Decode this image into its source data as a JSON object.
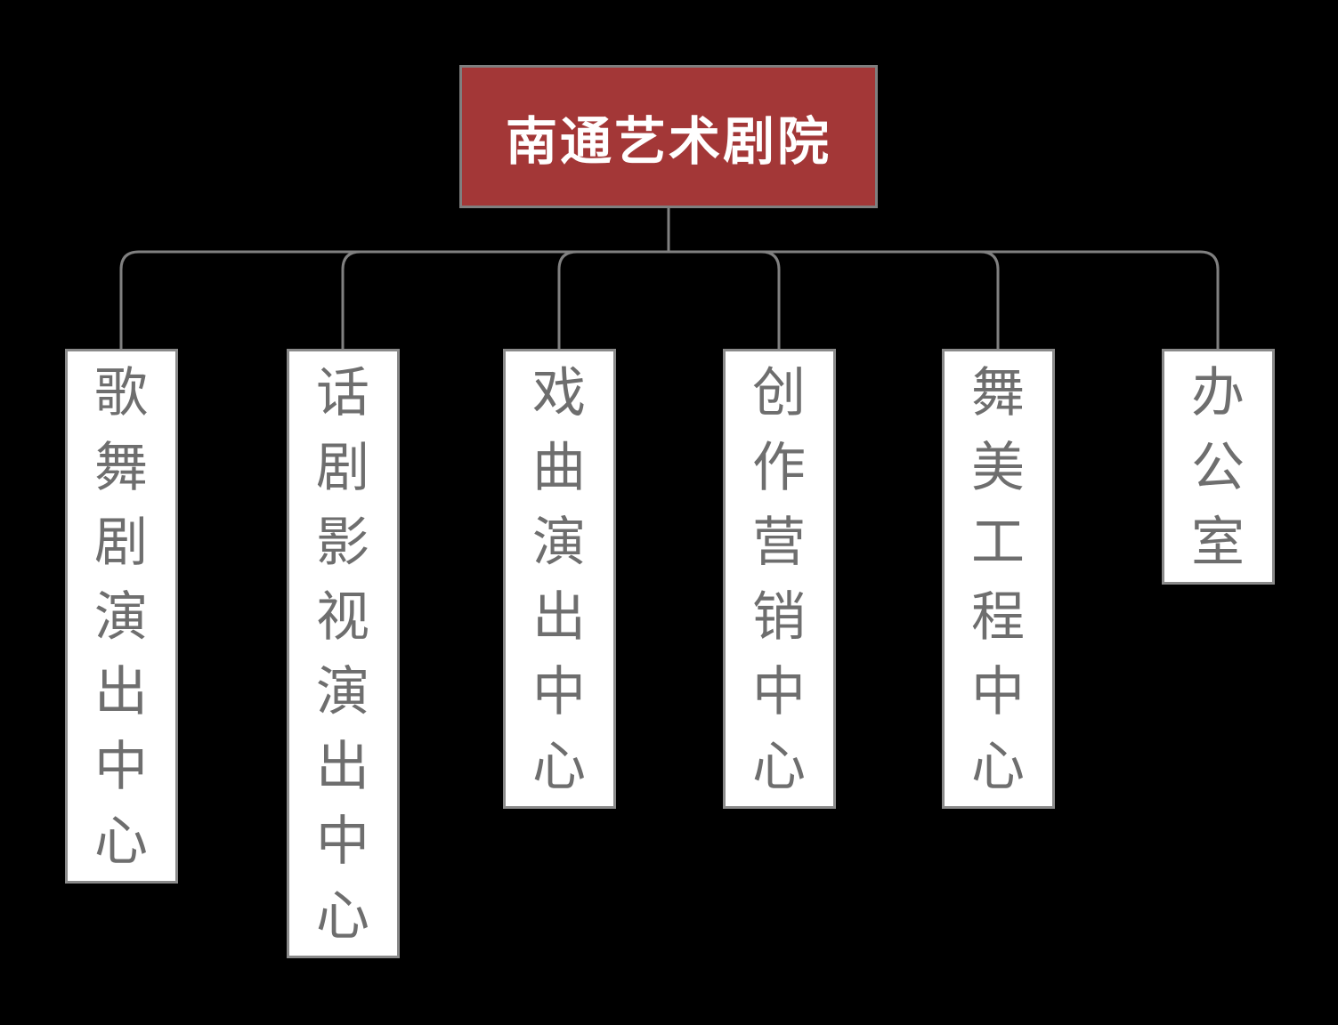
{
  "colors": {
    "background": "#000000",
    "root_fill": "#A33737",
    "root_border": "#7F7F7F",
    "root_text": "#FFFFFF",
    "child_fill": "#FFFFFF",
    "child_border": "#8A8A8A",
    "child_text": "#6E6E6E",
    "connector": "#808080"
  },
  "org": {
    "root": {
      "label": "南通艺术剧院"
    },
    "children": [
      {
        "label": "歌舞剧演出中心"
      },
      {
        "label": "话剧影视演出中心"
      },
      {
        "label": "戏曲演出中心"
      },
      {
        "label": "创作营销中心"
      },
      {
        "label": "舞美工程中心"
      },
      {
        "label": "办公室"
      }
    ]
  }
}
